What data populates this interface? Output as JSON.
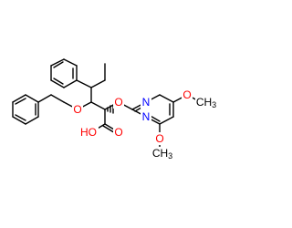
{
  "colors": {
    "bond": "#000000",
    "carbon_label": "#000000",
    "oxygen": "#ff0000",
    "nitrogen": "#0000ff",
    "background": "#ffffff"
  },
  "labels": {
    "phenoxy_o": "O",
    "ether_o": "O",
    "pyrimidine_n_top": "N",
    "pyrimidine_n_bottom": "N",
    "methoxy_o_top": "O",
    "methoxy_ch3_top_c": "CH",
    "methoxy_ch3_top_sub": "3",
    "methoxy_o_bottom": "O",
    "methoxy_ch3_bottom_c": "CH",
    "methoxy_ch3_bottom_sub": "3",
    "acid_oh": "HO",
    "carbonyl_o": "O"
  }
}
